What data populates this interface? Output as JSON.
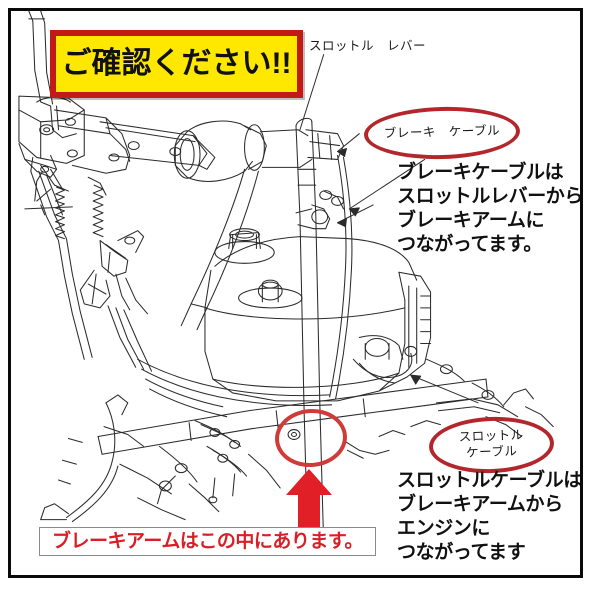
{
  "document": {
    "kind": "annotated-parts-diagram",
    "subject": "tiller / cultivator handlebar and engine line drawing"
  },
  "banner": {
    "text": "ご確認ください!!",
    "background_color": "#ffe800",
    "border_color": "#c21b17",
    "text_color": "#111111"
  },
  "labels": {
    "throttle_lever": "スロットル　レバー"
  },
  "callouts": [
    {
      "id": "brake-cable",
      "ellipse_label": "ブレーキ　ケーブル",
      "ellipse_color": "#b3272c",
      "description_lines": [
        "ブレーキケーブルは",
        "スロットルレバーから",
        "ブレーキアームに",
        "つながってます。"
      ]
    },
    {
      "id": "throttle-cable",
      "ellipse_label_line1": "スロットル",
      "ellipse_label_line2": "ケーブル",
      "ellipse_color": "#b3272c",
      "description_lines": [
        "スロットルケーブルは",
        "ブレーキアームから",
        "エンジンに",
        "つながってます"
      ]
    }
  ],
  "brake_arm_note": {
    "text": "ブレーキアームはこの中にあります。",
    "text_color": "#d91f26",
    "border_color": "#8a8a8a",
    "background_color": "#ffffff"
  },
  "markers": {
    "arrow_color": "#e01f26",
    "arrow_direction": "up",
    "highlight_circle_color": "#cf3b39"
  },
  "frame": {
    "border_color": "#0a0a0a",
    "background_color": "#ffffff"
  }
}
